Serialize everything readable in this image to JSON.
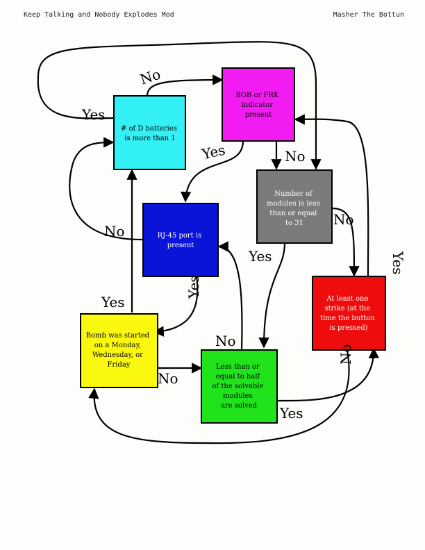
{
  "header": {
    "left": "Keep Talking and Nobody Explodes Mod",
    "right": "Masher The Bottun"
  },
  "colors": {
    "cyan": "#33f0f4",
    "magenta": "#f21cf2",
    "gray": "#7b7b7b",
    "blue": "#0a14d9",
    "red": "#ef0c0c",
    "yellow": "#fbf80f",
    "green": "#20e31c"
  },
  "nodes": {
    "d_batteries": [
      "# of D batteries",
      "is more than 1"
    ],
    "bob_frk": [
      "BOB or FRK",
      "indicator",
      "present"
    ],
    "modules_count": [
      "Number of",
      "modules is less",
      "than or equal",
      "to 31"
    ],
    "rj45": [
      "RJ-45 port is",
      "present"
    ],
    "strike": [
      "At least one",
      "strike (at the",
      "time the button",
      "is pressed)"
    ],
    "weekday": [
      "Bomb was started",
      "on a Monday,",
      "Wednesday, or",
      "Friday"
    ],
    "solved_half": [
      "Less than or",
      "equal to half",
      "of the solvable",
      "modules",
      "are solved"
    ]
  },
  "edges": {
    "d_batteries_yes": "Yes",
    "d_batteries_no": "No",
    "bob_frk_yes": "Yes",
    "bob_frk_no": "No",
    "modules_yes": "Yes",
    "modules_no": "No",
    "rj45_yes": "Yes",
    "rj45_no": "No",
    "weekday_yes": "Yes",
    "weekday_no": "No",
    "solved_yes": "Yes",
    "solved_no": "No",
    "strike_yes": "Yes",
    "strike_no": "No"
  }
}
